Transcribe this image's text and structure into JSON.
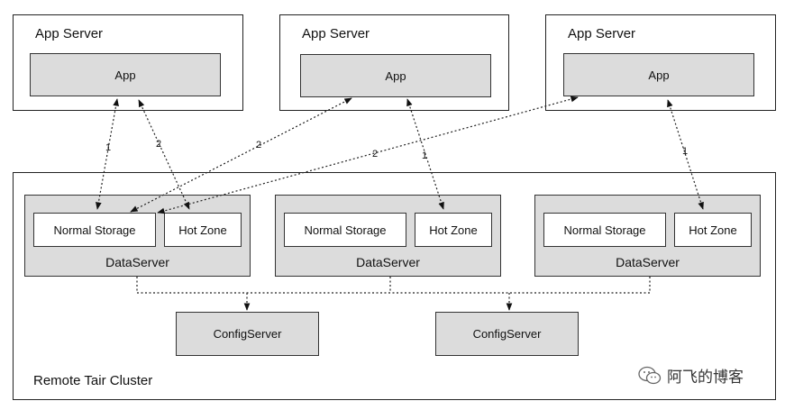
{
  "app_servers": [
    {
      "title": "App Server",
      "app_label": "App"
    },
    {
      "title": "App Server",
      "app_label": "App"
    },
    {
      "title": "App Server",
      "app_label": "App"
    }
  ],
  "cluster": {
    "title": "Remote Tair Cluster",
    "data_servers": [
      {
        "label": "DataServer",
        "normal_storage": "Normal Storage",
        "hot_zone": "Hot Zone"
      },
      {
        "label": "DataServer",
        "normal_storage": "Normal Storage",
        "hot_zone": "Hot Zone"
      },
      {
        "label": "DataServer",
        "normal_storage": "Normal Storage",
        "hot_zone": "Hot Zone"
      }
    ],
    "config_servers": [
      {
        "label": "ConfigServer"
      },
      {
        "label": "ConfigServer"
      }
    ]
  },
  "edges": [
    {
      "label": "1"
    },
    {
      "label": "2"
    },
    {
      "label": "2"
    },
    {
      "label": "1"
    },
    {
      "label": "2"
    },
    {
      "label": "1"
    }
  ],
  "watermark": {
    "text": "阿飞的博客",
    "icon": "wechat-icon"
  }
}
